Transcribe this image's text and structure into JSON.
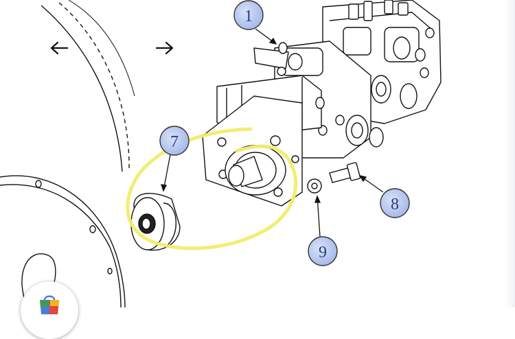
{
  "viewer": {
    "prev_icon": "arrow-left-icon",
    "next_icon": "arrow-right-icon",
    "app_icon": "shopping-bag-icon"
  },
  "diagram": {
    "callouts": [
      {
        "label": "1",
        "part": "hydraulic-pump"
      },
      {
        "label": "7",
        "part": "coupling-hub"
      },
      {
        "label": "8",
        "part": "bolt"
      },
      {
        "label": "9",
        "part": "washer"
      }
    ]
  },
  "colors": {
    "highlight": "#f2ec6a",
    "callout_fill": "#b9c8ee",
    "callout_text": "#2a3d7a",
    "line": "#111111"
  }
}
